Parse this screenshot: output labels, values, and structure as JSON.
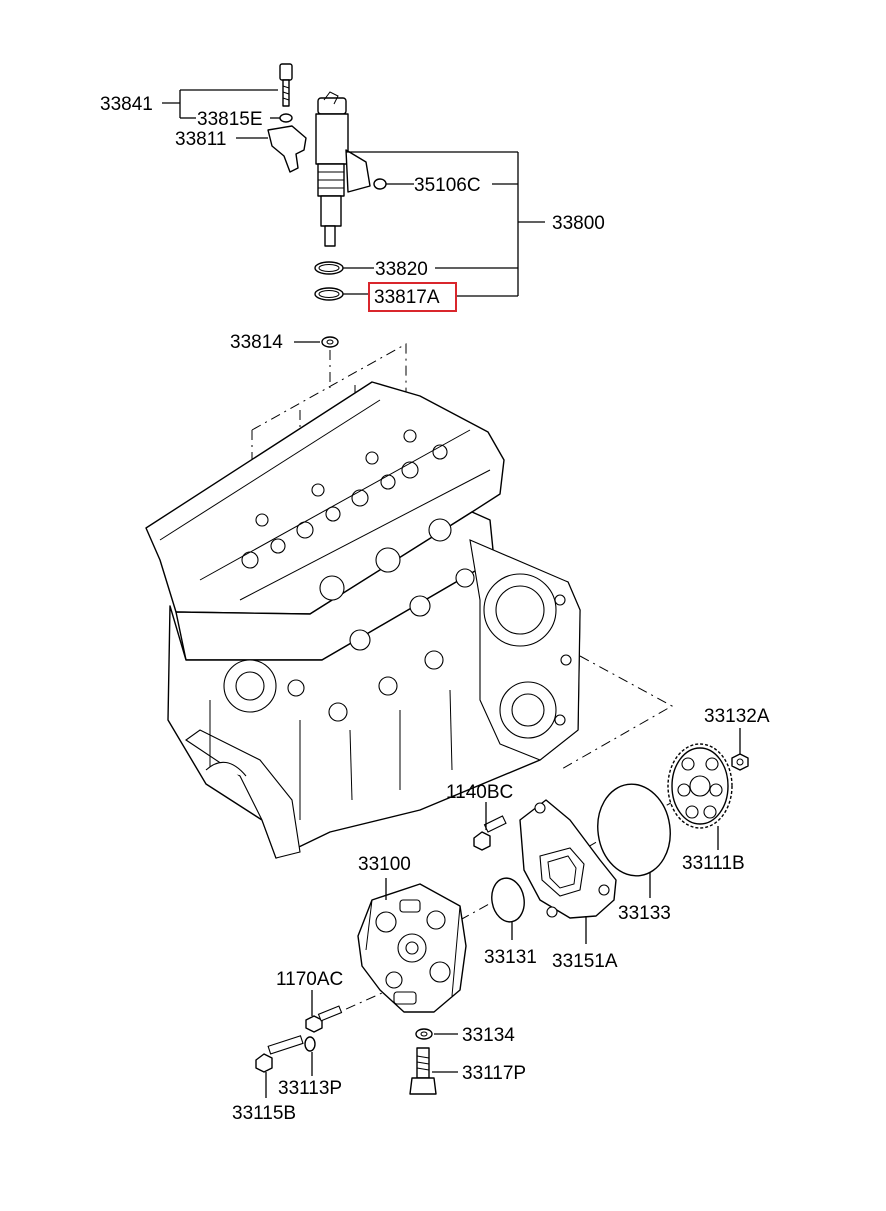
{
  "highlight_color": "#d9262c",
  "labels": {
    "p33841": "33841",
    "p33815E": "33815E",
    "p33811": "33811",
    "p35106C": "35106C",
    "p33800": "33800",
    "p33820": "33820",
    "p33817A": "33817A",
    "p33814": "33814",
    "p33132A": "33132A",
    "p1140BC": "1140BC",
    "p33111B": "33111B",
    "p33100": "33100",
    "p33133": "33133",
    "p33131": "33131",
    "p33151A": "33151A",
    "p1170AC": "1170AC",
    "p33134": "33134",
    "p33117P": "33117P",
    "p33113P": "33113P",
    "p33115B": "33115B"
  },
  "highlighted_part": "33817A"
}
